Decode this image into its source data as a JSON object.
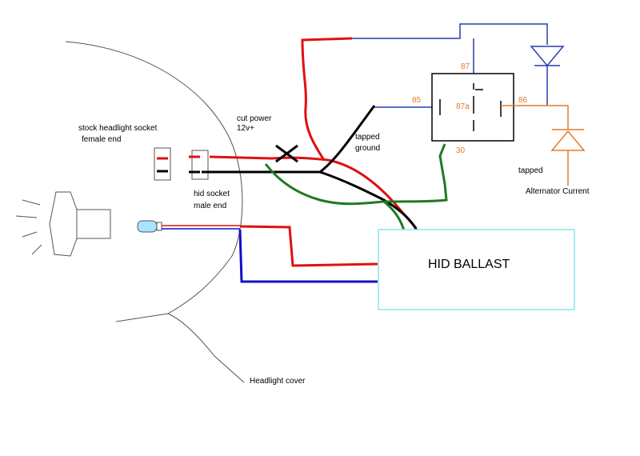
{
  "labels": {
    "cut_power_line1": "cut power",
    "cut_power_line2": "12v+",
    "stock_socket_line1": "stock headlight socket",
    "stock_socket_line2": "female end",
    "hid_socket_line1": "hid socket",
    "hid_socket_line2": "male end",
    "tapped_ground_line1": "tapped",
    "tapped_ground_line2": "ground",
    "headlight_cover": "Headlight cover",
    "ballast": "HID BALLAST",
    "tapped": "tapped",
    "alternator_current": "Alternator Current"
  },
  "relay": {
    "pin_87": "87",
    "pin_85": "85",
    "pin_87a": "87a",
    "pin_86": "86",
    "pin_30": "30"
  },
  "colors": {
    "red_wire": "#e01010",
    "black_wire": "#000000",
    "green_wire": "#1f7a1f",
    "blue_wire": "#1010c8",
    "thin_blue_wire": "#2a3cb0",
    "orange_wire": "#e07a2a",
    "ballast_border": "#8fe3ee",
    "sketch_gray": "#555555"
  }
}
